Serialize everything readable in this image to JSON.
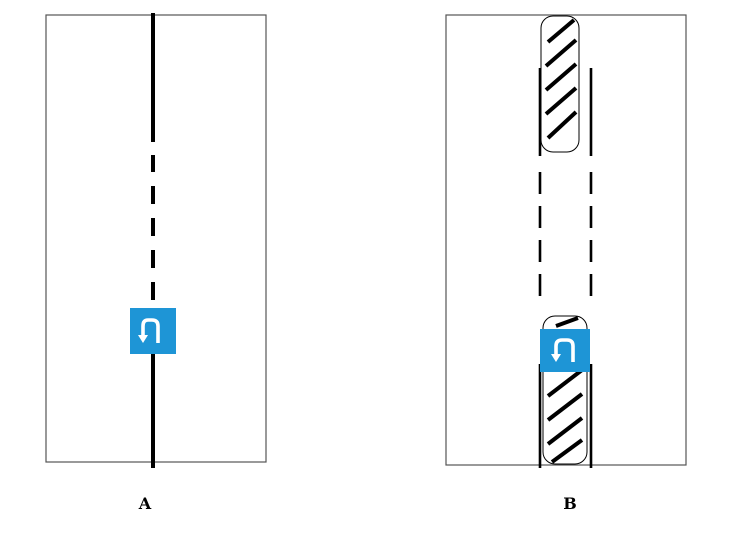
{
  "panels": [
    {
      "id": "A",
      "caption": "A",
      "marking": "single-center-line-broken-gap",
      "sign": "u-turn-icon"
    },
    {
      "id": "B",
      "caption": "B",
      "marking": "double-lines-broken-gap-with-hatched-islands",
      "sign": "u-turn-icon"
    }
  ],
  "colors": {
    "background": "#ffffff",
    "line": "#000000",
    "panel_border": "#555555",
    "sign_blue": "#1e95d6",
    "sign_symbol": "#ffffff"
  }
}
